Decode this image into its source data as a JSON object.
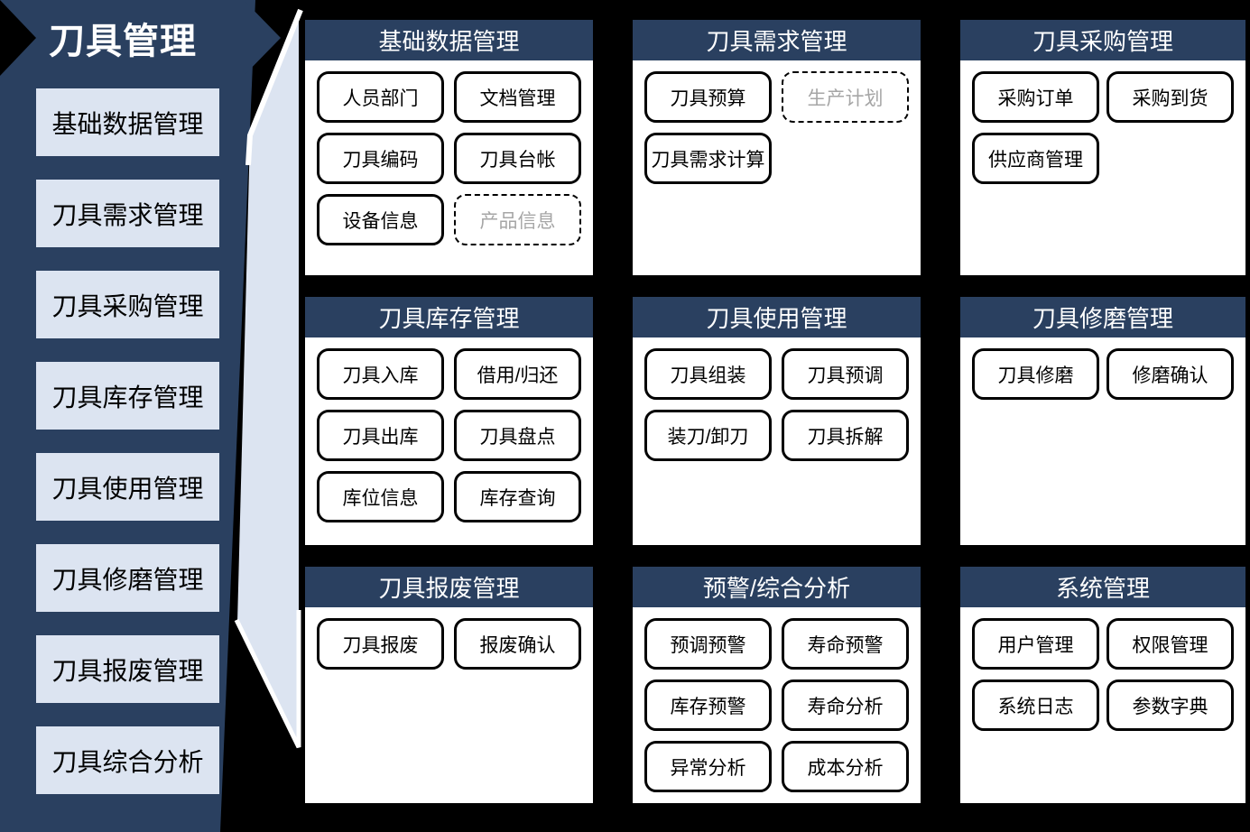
{
  "banner": {
    "title": "刀具管理"
  },
  "sidebar": {
    "items": [
      {
        "label": "基础数据管理"
      },
      {
        "label": "刀具需求管理"
      },
      {
        "label": "刀具采购管理"
      },
      {
        "label": "刀具库存管理"
      },
      {
        "label": "刀具使用管理"
      },
      {
        "label": "刀具修磨管理"
      },
      {
        "label": "刀具报废管理"
      },
      {
        "label": "刀具综合分析"
      }
    ]
  },
  "panels": [
    {
      "title": "基础数据管理",
      "buttons": [
        {
          "label": "人员部门",
          "dashed": false
        },
        {
          "label": "文档管理",
          "dashed": false
        },
        {
          "label": "刀具编码",
          "dashed": false
        },
        {
          "label": "刀具台帐",
          "dashed": false
        },
        {
          "label": "设备信息",
          "dashed": false
        },
        {
          "label": "产品信息",
          "dashed": true
        }
      ]
    },
    {
      "title": "刀具需求管理",
      "buttons": [
        {
          "label": "刀具预算",
          "dashed": false
        },
        {
          "label": "生产计划",
          "dashed": true
        },
        {
          "label": "刀具需求计算",
          "dashed": false
        }
      ]
    },
    {
      "title": "刀具采购管理",
      "buttons": [
        {
          "label": "采购订单",
          "dashed": false
        },
        {
          "label": "采购到货",
          "dashed": false
        },
        {
          "label": "供应商管理",
          "dashed": false
        }
      ]
    },
    {
      "title": "刀具库存管理",
      "buttons": [
        {
          "label": "刀具入库",
          "dashed": false
        },
        {
          "label": "借用/归还",
          "dashed": false
        },
        {
          "label": "刀具出库",
          "dashed": false
        },
        {
          "label": "刀具盘点",
          "dashed": false
        },
        {
          "label": "库位信息",
          "dashed": false
        },
        {
          "label": "库存查询",
          "dashed": false
        }
      ]
    },
    {
      "title": "刀具使用管理",
      "buttons": [
        {
          "label": "刀具组装",
          "dashed": false
        },
        {
          "label": "刀具预调",
          "dashed": false
        },
        {
          "label": "装刀/卸刀",
          "dashed": false
        },
        {
          "label": "刀具拆解",
          "dashed": false
        }
      ]
    },
    {
      "title": "刀具修磨管理",
      "buttons": [
        {
          "label": "刀具修磨",
          "dashed": false
        },
        {
          "label": "修磨确认",
          "dashed": false
        }
      ]
    },
    {
      "title": "刀具报废管理",
      "buttons": [
        {
          "label": "刀具报废",
          "dashed": false
        },
        {
          "label": "报废确认",
          "dashed": false
        }
      ]
    },
    {
      "title": "预警/综合分析",
      "buttons": [
        {
          "label": "预调预警",
          "dashed": false
        },
        {
          "label": "寿命预警",
          "dashed": false
        },
        {
          "label": "库存预警",
          "dashed": false
        },
        {
          "label": "寿命分析",
          "dashed": false
        },
        {
          "label": "异常分析",
          "dashed": false
        },
        {
          "label": "成本分析",
          "dashed": false
        }
      ]
    },
    {
      "title": "系统管理",
      "buttons": [
        {
          "label": "用户管理",
          "dashed": false
        },
        {
          "label": "权限管理",
          "dashed": false
        },
        {
          "label": "系统日志",
          "dashed": false
        },
        {
          "label": "参数字典",
          "dashed": false
        }
      ]
    }
  ],
  "colors": {
    "navy": "#2A4060",
    "light_blue": "#DCE4F1",
    "background": "#000000",
    "chip_border": "#000000",
    "dashed_text": "#A6A6A6",
    "white": "#FFFFFF"
  }
}
